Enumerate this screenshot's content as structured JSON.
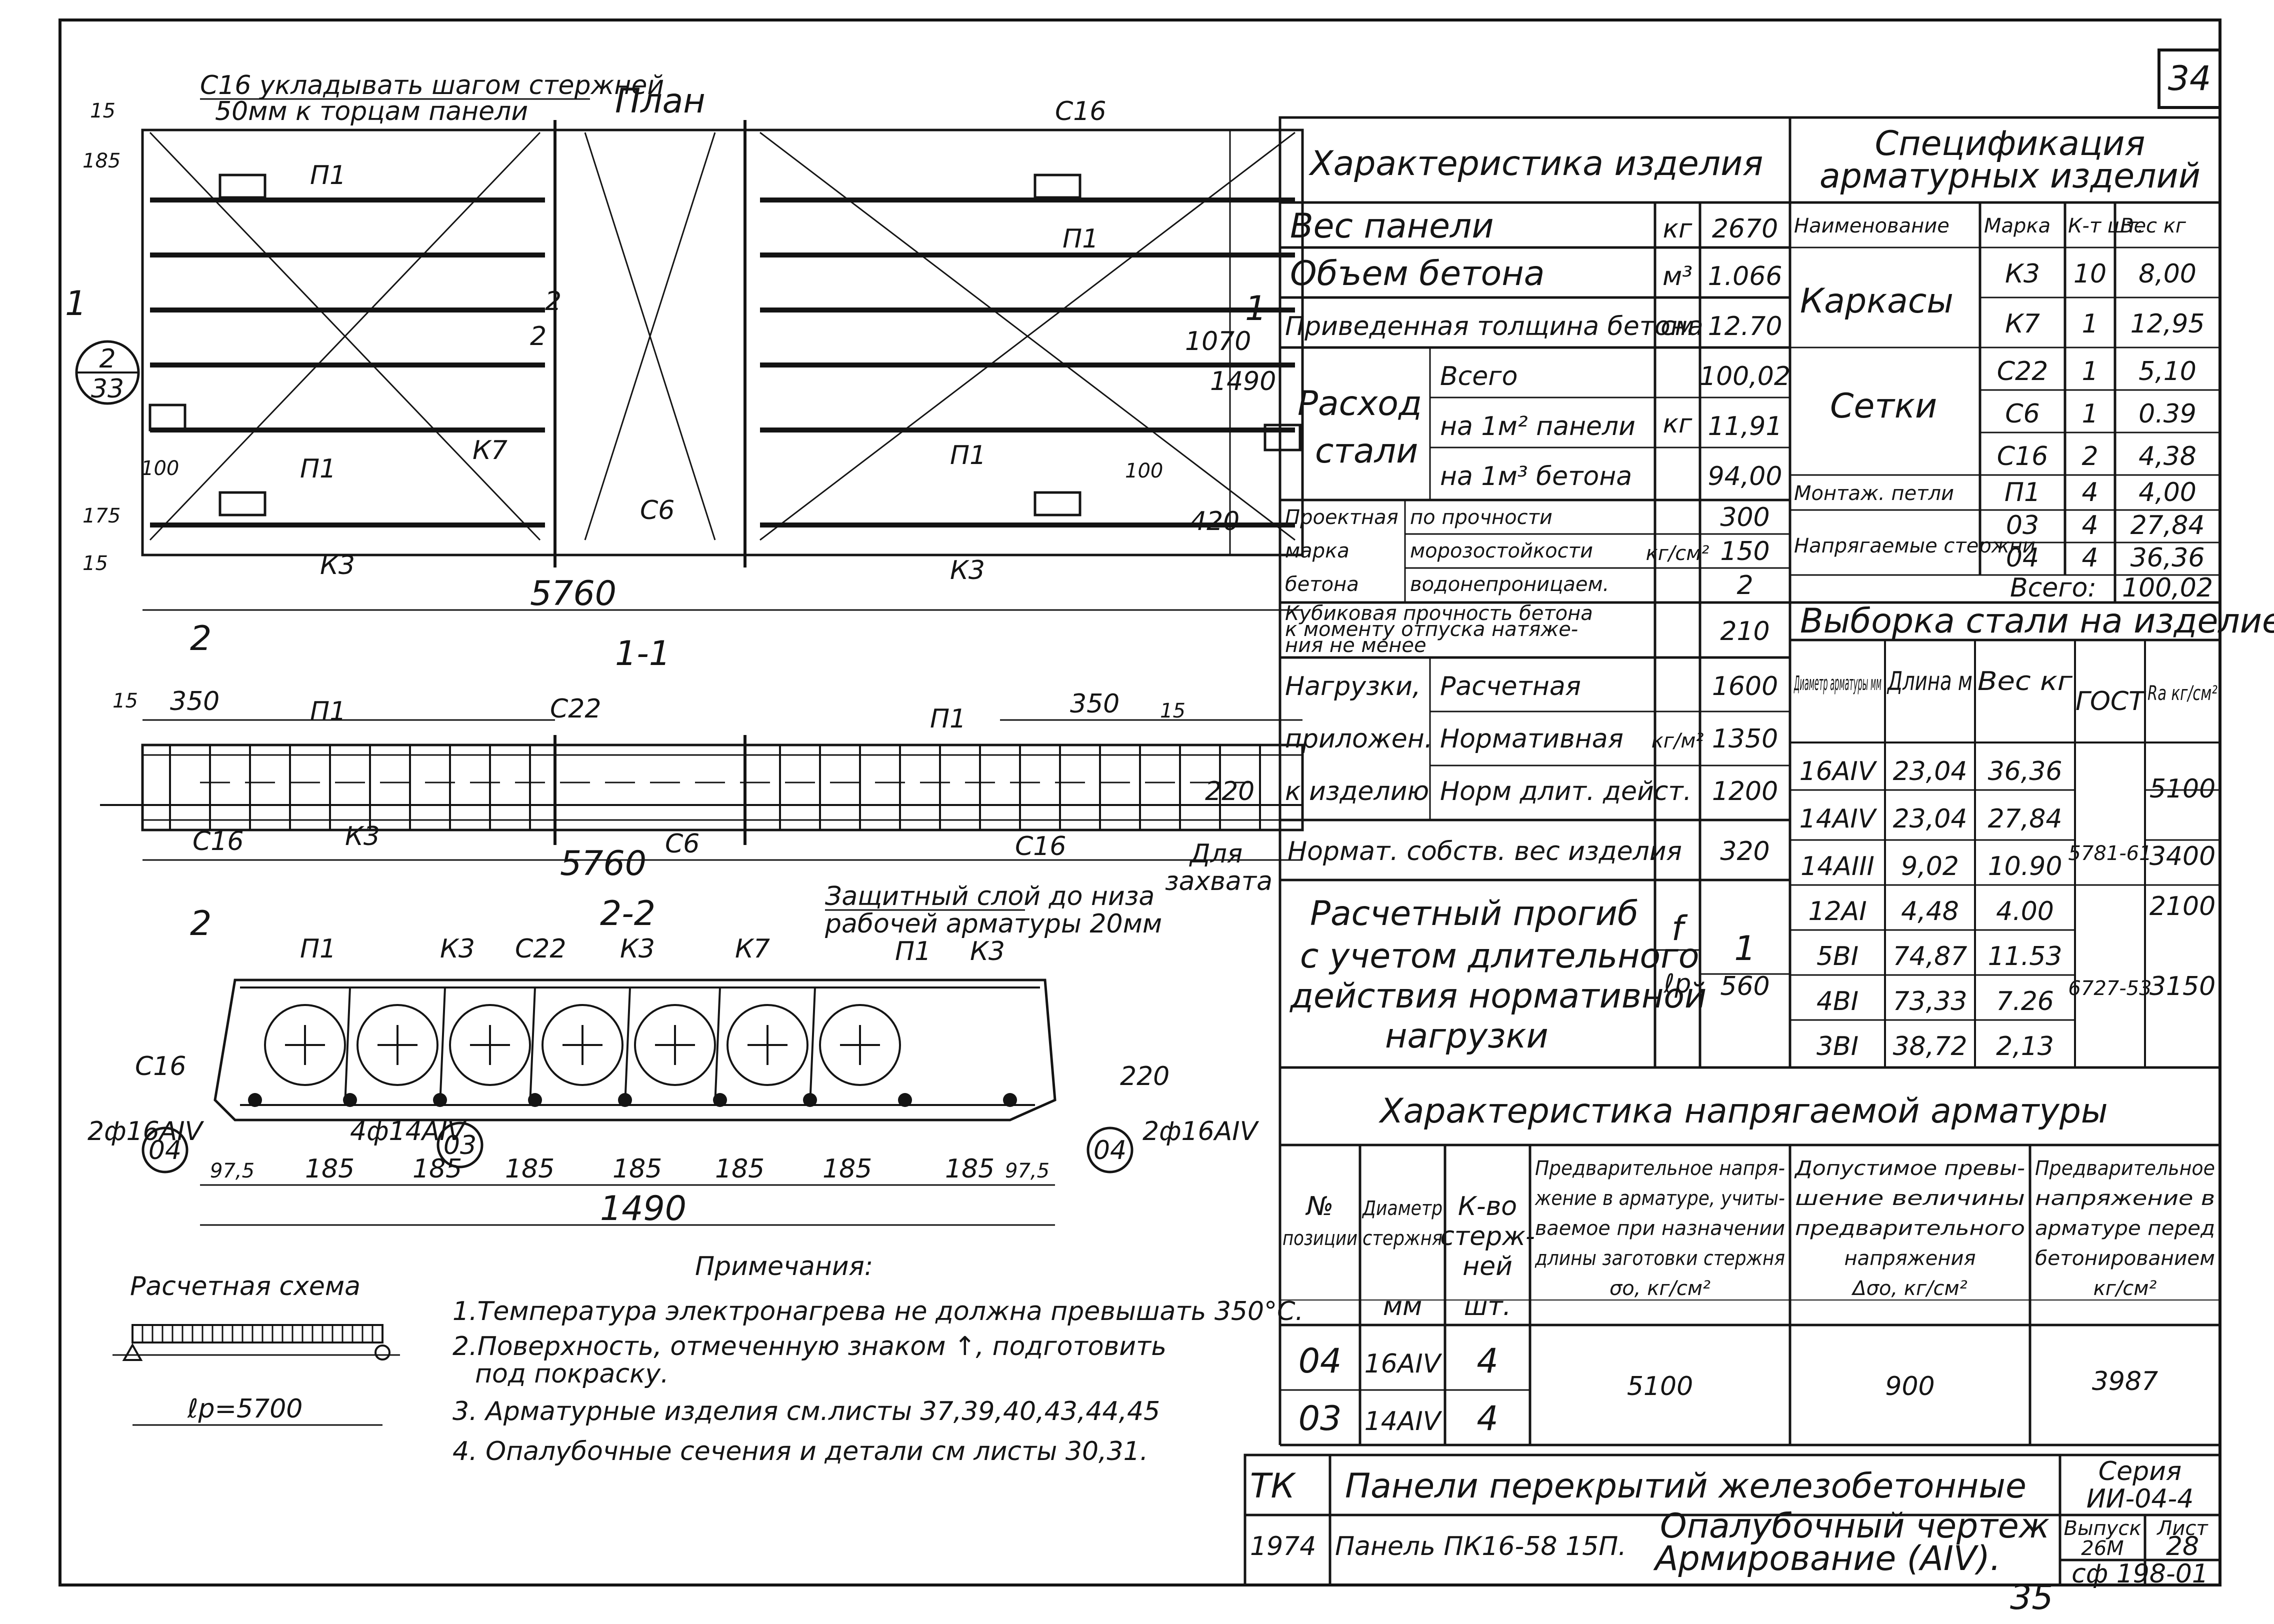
{
  "sheet_number": "34",
  "page_number_bottom": "35",
  "plan": {
    "title": "План",
    "note_line1": "С16 укладывать шагом стержней",
    "note_line2": "50мм к торцам панели",
    "labels": [
      "С16",
      "П1",
      "П1",
      "П1",
      "П1",
      "К7",
      "С6",
      "К3",
      "К3",
      "2",
      "2",
      "1",
      "1"
    ],
    "dims": [
      "15",
      "185",
      "100",
      "175",
      "15",
      "1070",
      "1490",
      "420",
      "100",
      "5760"
    ],
    "circle_top": "2",
    "circle_bottom": "33"
  },
  "section_1_1": {
    "title": "1-1",
    "labels": [
      "П1",
      "С22",
      "П1",
      "С16",
      "К3",
      "С6",
      "С16",
      "2",
      "2"
    ],
    "dims": [
      "15",
      "350",
      "350",
      "15",
      "220",
      "5760"
    ],
    "lift_note": [
      "Для",
      "захвата"
    ],
    "cover_note_line1": "Защитный слой до низа",
    "cover_note_line2": "рабочей арматуры 20мм"
  },
  "section_2_2": {
    "title": "2-2",
    "labels": [
      "П1",
      "К3",
      "С22",
      "К3",
      "К7",
      "П1",
      "К3",
      "С16"
    ],
    "dims": [
      "97,5",
      "185",
      "185",
      "185",
      "185",
      "185",
      "185",
      "185",
      "97,5",
      "1490",
      "220"
    ],
    "rebar_left": "2ф16АIV",
    "rebar_mid": "4ф14АIV",
    "rebar_right": "2ф16АIV",
    "pos_04": "04",
    "pos_03": "03"
  },
  "design_scheme": {
    "title": "Расчетная схема",
    "span": "ℓp=5700"
  },
  "notes": {
    "title": "Примечания:",
    "items": [
      "1.Температура электронагрева не должна превышать 350°С.",
      "2.Поверхность, отмеченную знаком ↑, подготовить",
      "под покраску.",
      "3. Арматурные изделия см.листы 37,39,40,43,44,45",
      "4. Опалубочные сечения и детали см листы 30,31."
    ]
  },
  "characteristics": {
    "title": "Характеристика изделия",
    "rows": [
      {
        "name": "Вес панели",
        "unit": "кг",
        "value": "2670"
      },
      {
        "name": "Объем бетона",
        "unit": "м³",
        "value": "1.066"
      },
      {
        "name": "Приведенная толщина бетона",
        "unit": "см",
        "value": "12.70"
      }
    ],
    "steel": {
      "group": [
        "Расход",
        "стали"
      ],
      "unit": "кг",
      "rows": [
        {
          "name": "Всего",
          "value": "100,02"
        },
        {
          "name": "на 1м² панели",
          "value": "11,91"
        },
        {
          "name": "на 1м³ бетона",
          "value": "94,00"
        }
      ]
    },
    "grade": {
      "group": [
        "Проектная",
        "марка",
        "бетона"
      ],
      "unit": "кг/см²",
      "rows": [
        {
          "name": "по прочности",
          "value": "300"
        },
        {
          "name": "морозостойкости",
          "value": "150"
        },
        {
          "name": "водонепроницаем.",
          "value": "2"
        }
      ]
    },
    "cube": {
      "lines": [
        "Кубиковая прочность бетона",
        "к моменту отпуска натяже-",
        "ния не менее"
      ],
      "value": "210"
    },
    "loads": {
      "group": [
        "Нагрузки,",
        "приложен.",
        "к изделию"
      ],
      "unit": "кг/м²",
      "rows": [
        {
          "name": "Расчетная",
          "value": "1600"
        },
        {
          "name": "Нормативная",
          "value": "1350"
        },
        {
          "name": "Норм длит. дейст.",
          "value": "1200"
        }
      ]
    },
    "self_weight": {
      "name": "Нормат. собств. вес изделия",
      "value": "320"
    },
    "deflection": {
      "lines": [
        "Расчетный прогиб",
        "с учетом длительного",
        "действия нормативной",
        "нагрузки"
      ],
      "unit_top": "f",
      "unit_bottom": "ℓp",
      "value_top": "1",
      "value_bottom": "560"
    }
  },
  "specification": {
    "title_line1": "Спецификация",
    "title_line2": "арматурных изделий",
    "headers": [
      "Наименование",
      "Марка",
      "К-т шт.",
      "Вес кг"
    ],
    "groups": [
      {
        "name": "Каркасы",
        "rows": [
          [
            "К3",
            "10",
            "8,00"
          ],
          [
            "К7",
            "1",
            "12,95"
          ]
        ]
      },
      {
        "name": "Сетки",
        "rows": [
          [
            "С22",
            "1",
            "5,10"
          ],
          [
            "С6",
            "1",
            "0.39"
          ],
          [
            "С16",
            "2",
            "4,38"
          ]
        ]
      },
      {
        "name": "Монтаж. петли",
        "rows": [
          [
            "П1",
            "4",
            "4,00"
          ]
        ]
      },
      {
        "name": "Напрягаемые стержни",
        "rows": [
          [
            "03",
            "4",
            "27,84"
          ],
          [
            "04",
            "4",
            "36,36"
          ]
        ]
      }
    ],
    "total_label": "Всего:",
    "total": "100,02"
  },
  "steel_selection": {
    "title": "Выборка стали на изделие",
    "headers": [
      "Диаметр арматуры мм",
      "Длина м",
      "Вес кг",
      "ГОСТ",
      "Ra кг/см²"
    ],
    "rows": [
      [
        "16АIV",
        "23,04",
        "36,36"
      ],
      [
        "14АIV",
        "23,04",
        "27,84"
      ],
      [
        "14АIII",
        "9,02",
        "10.90"
      ],
      [
        "12АI",
        "4,48",
        "4.00"
      ],
      [
        "5ВI",
        "74,87",
        "11.53"
      ],
      [
        "4ВI",
        "73,33",
        "7.26"
      ],
      [
        "3ВI",
        "38,72",
        "2,13"
      ]
    ],
    "gost": [
      "5781-61",
      "6727-53"
    ],
    "ra": [
      "5100",
      "3400",
      "2100",
      "3150"
    ]
  },
  "prestress": {
    "title": "Характеристика напрягаемой арматуры",
    "headers": [
      [
        "№",
        "позиции"
      ],
      [
        "Диаметр",
        "стержня",
        "мм"
      ],
      [
        "К-во",
        "стерж-",
        "ней",
        "шт."
      ],
      [
        "Предварительное напря-",
        "жение в арматуре, учиты-",
        "ваемое при назначении",
        "длины заготовки стержня",
        "σо, кг/см²"
      ],
      [
        "Допустимое превы-",
        "шение величины",
        "предварительного",
        "напряжения",
        "Δσо, кг/см²"
      ],
      [
        "Предварительное",
        "напряжение в",
        "арматуре перед",
        "бетонированием",
        "кг/см²"
      ]
    ],
    "rows": [
      [
        "04",
        "16АIV",
        "4"
      ],
      [
        "03",
        "14АIV",
        "4"
      ]
    ],
    "sigma": "5100",
    "delta": "900",
    "pre": "3987"
  },
  "title_block": {
    "org": "ТК",
    "title": "Панели перекрытий железобетонные",
    "series_label": "Серия",
    "series": "ИИ-04-4",
    "year": "1974",
    "panel": "Панель ПК16-58 15П.",
    "drawing_line1": "Опалубочный чертеж",
    "drawing_line2": "Армирование (АIV).",
    "issue_label": "Выпуск",
    "issue": "26М",
    "sheet_label": "Лист",
    "sheet": "28",
    "code": "сф 198-01"
  }
}
